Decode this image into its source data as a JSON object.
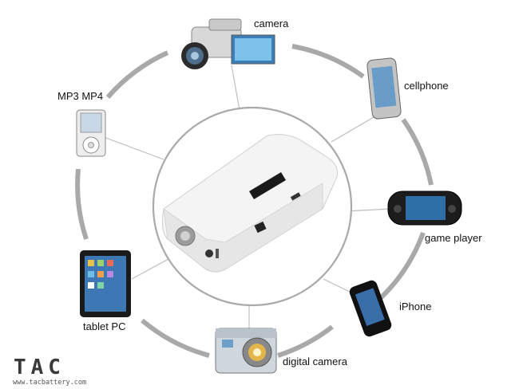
{
  "labels": {
    "camera": "camera",
    "cellphone": "cellphone",
    "mp3": "MP3 MP4",
    "game_player": "game player",
    "tablet": "tablet PC",
    "iphone": "iPhone",
    "digital_camera": "digital camera"
  },
  "brand": {
    "logo": "TAC",
    "url": "www.tacbattery.com"
  },
  "colors": {
    "ring": "#a9a9a9",
    "spoke": "#bdbdbd",
    "device_body": "#f2f2f2",
    "display": "#1a1a1a"
  }
}
